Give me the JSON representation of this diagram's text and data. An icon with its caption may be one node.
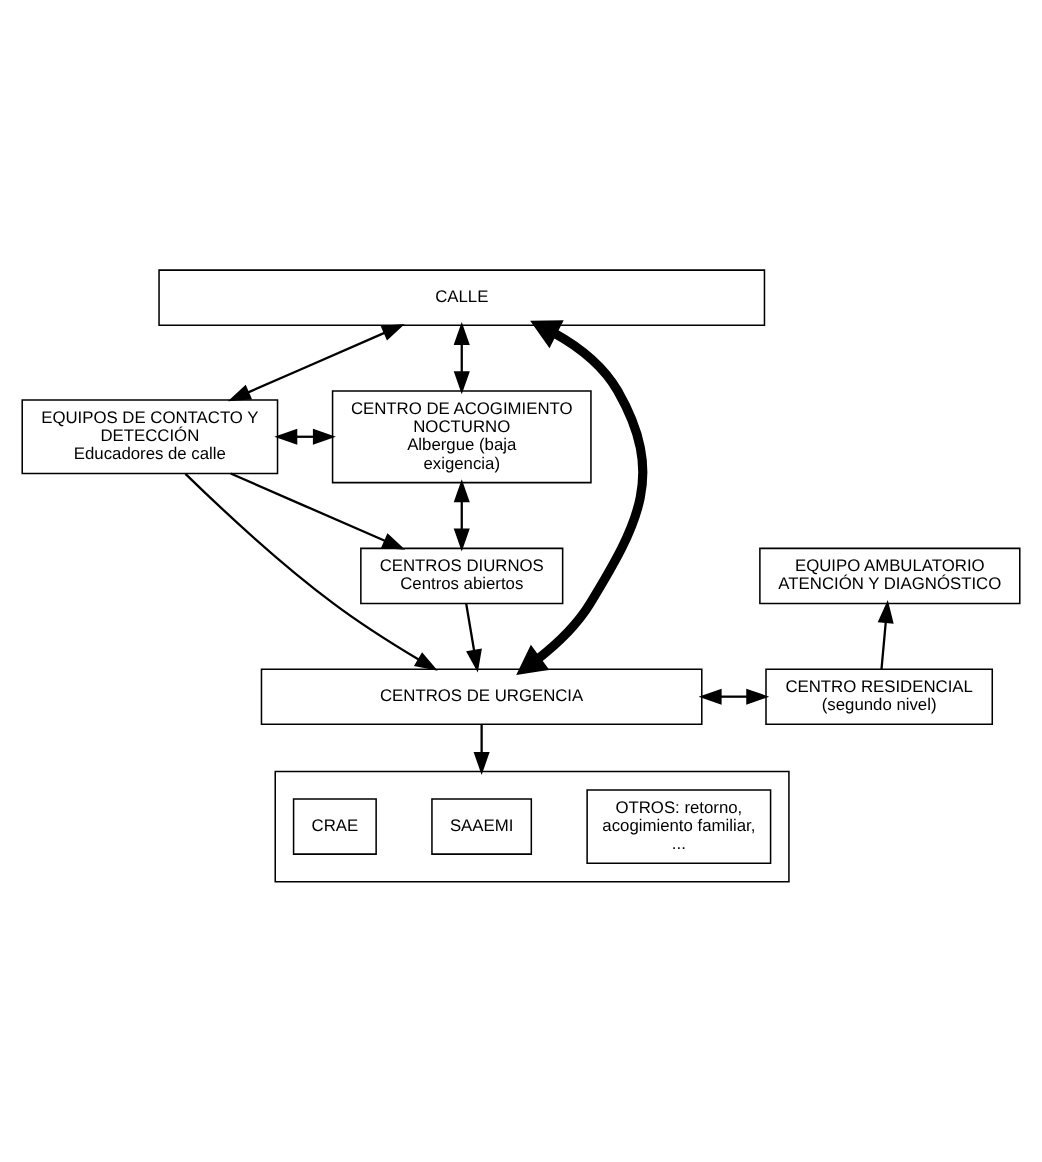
{
  "diagram": {
    "nodes": [
      {
        "text": [
          "CALLE"
        ]
      },
      {
        "text": [
          "EQUIPOS DE CONTACTO Y DETECCIÓN",
          "Educadores de calle"
        ]
      },
      {
        "text": [
          "CENTRO DE ACOGIMIENTO NOCTURNO",
          "Albergue (baja exigencia)"
        ]
      },
      {
        "text": [
          "CENTROS DIURNOS",
          "Centros abiertos"
        ]
      },
      {
        "text": [
          "EQUIPO AMBULATORIO ATENCIÓN Y DIAGNÓSTICO"
        ]
      },
      {
        "text": [
          "CENTROS DE URGENCIA"
        ]
      },
      {
        "text": [
          "CENTRO RESIDENCIAL (segundo nivel)"
        ]
      },
      {
        "text": [],
        "shape": "box"
      },
      {
        "text": [
          "CRAE"
        ],
        "in": 7
      },
      {
        "text": [
          "SAAEMI"
        ],
        "in": 7
      },
      {
        "text": [
          "OTROS: retorno, acogimiento familiar, ..."
        ],
        "in": 7
      }
    ],
    "edges": [
      {
        "from": 0,
        "to": 1,
        "arrow": "both"
      },
      {
        "from": 0,
        "to": 2,
        "arrow": "both"
      },
      {
        "from": 1,
        "to": 2,
        "arrow": "both"
      },
      {
        "from": 1,
        "to": 3,
        "arrow": "to"
      },
      {
        "from": 3,
        "to": 2,
        "arrow": "both"
      },
      {
        "from": 0,
        "to": 5,
        "arrow": "both",
        "style": "thick",
        "color": "#000000"
      },
      {
        "from": 1,
        "to": 5,
        "arrow": "to"
      },
      {
        "from": 3,
        "to": 5,
        "arrow": "to"
      },
      {
        "from": 5,
        "to": 6,
        "arrow": "both"
      },
      {
        "from": 6,
        "to": 4,
        "arrow": "to"
      },
      {
        "from": 5,
        "to": 7,
        "arrow": "to"
      }
    ]
  }
}
